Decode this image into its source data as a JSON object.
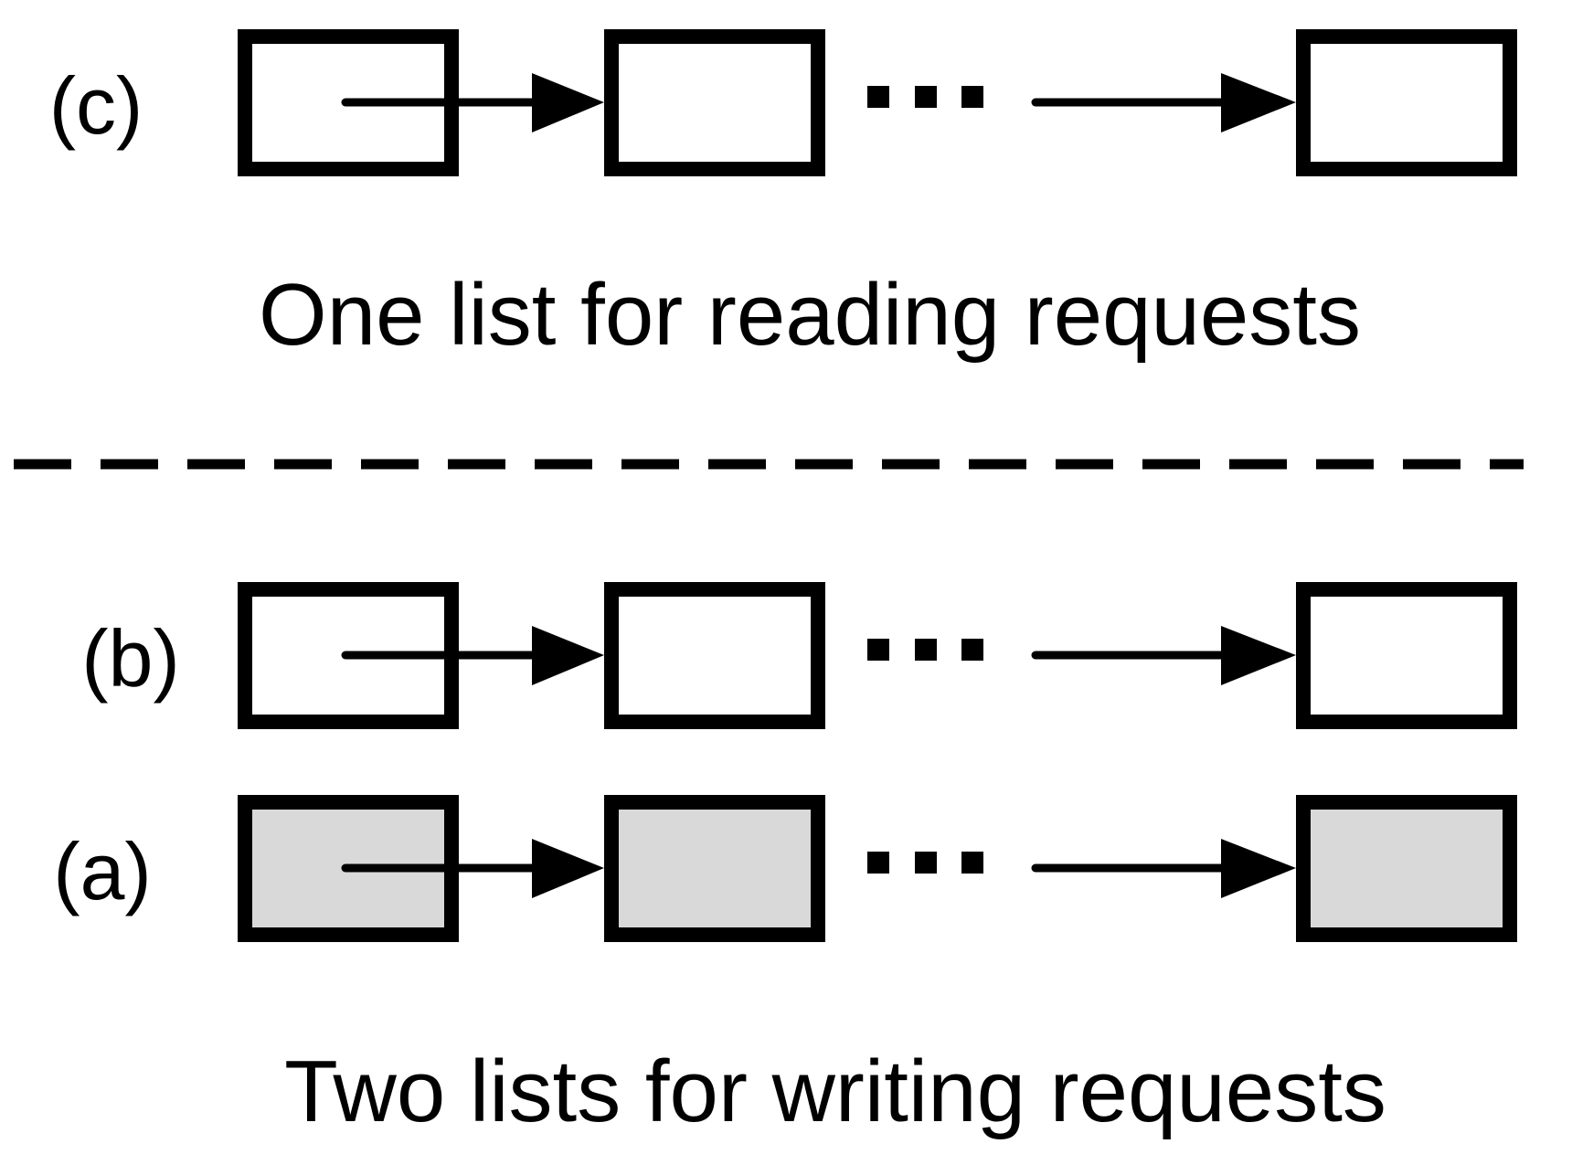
{
  "figure": {
    "background": "#ffffff",
    "stroke_color": "#000000",
    "gray_fill": "#d9d9d9",
    "white_fill": "#ffffff",
    "ellipsis": "...",
    "captions": {
      "top": "One list for reading requests",
      "bottom": "Two lists for writing requests"
    },
    "rows": [
      {
        "id": "c",
        "label": "(c)",
        "box_fill": "#ffffff",
        "section": "reading",
        "node_count": "3"
      },
      {
        "id": "b",
        "label": "(b)",
        "box_fill": "#ffffff",
        "section": "writing",
        "node_count": "3"
      },
      {
        "id": "a",
        "label": "(a)",
        "box_fill": "#d9d9d9",
        "section": "writing",
        "node_count": "3"
      }
    ]
  }
}
